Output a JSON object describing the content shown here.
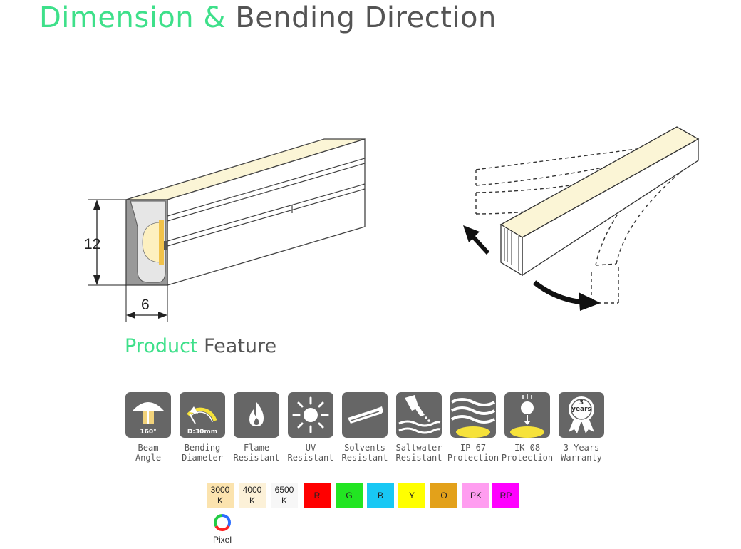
{
  "heading": {
    "part1": "Dimension &",
    "part2": "Bending Direction"
  },
  "dimensions": {
    "height": "12",
    "width": "6"
  },
  "feature_heading": {
    "part1": "Product",
    "part2": "Feature"
  },
  "features": [
    {
      "icon": "beam-angle-icon",
      "icon_text": "160°",
      "label": "Beam\nAngle"
    },
    {
      "icon": "bending-diameter-icon",
      "icon_text": "D:30mm",
      "label": "Bending\nDiameter"
    },
    {
      "icon": "flame-icon",
      "icon_text": "",
      "label": "Flame\nResistant"
    },
    {
      "icon": "sun-icon",
      "icon_text": "",
      "label": "UV\nResistant"
    },
    {
      "icon": "solvent-icon",
      "icon_text": "",
      "label": "Solvents\nResistant"
    },
    {
      "icon": "saltwater-icon",
      "icon_text": "",
      "label": "Saltwater\nResistant"
    },
    {
      "icon": "waves-icon",
      "icon_text": "",
      "label": "IP 67\nProtection"
    },
    {
      "icon": "impact-icon",
      "icon_text": "",
      "label": "IK 08\nProtection"
    },
    {
      "icon": "warranty-badge-icon",
      "icon_text": "3\nyears",
      "label": "3 Years\nWarranty"
    }
  ],
  "colors": [
    {
      "label": "3000\nK",
      "color": "#fbe3ae"
    },
    {
      "label": "4000\nK",
      "color": "#fcf1d8"
    },
    {
      "label": "6500\nK",
      "color": "#f7f7f7"
    },
    {
      "label": "R",
      "color": "#ff0000"
    },
    {
      "label": "G",
      "color": "#22e522"
    },
    {
      "label": "B",
      "color": "#18c8f4"
    },
    {
      "label": "Y",
      "color": "#ffff00"
    },
    {
      "label": "O",
      "color": "#e3a11a"
    },
    {
      "label": "PK",
      "color": "#ff9df0"
    },
    {
      "label": "RP",
      "color": "#ff00ff"
    }
  ],
  "pixel": {
    "label": "Pixel"
  }
}
